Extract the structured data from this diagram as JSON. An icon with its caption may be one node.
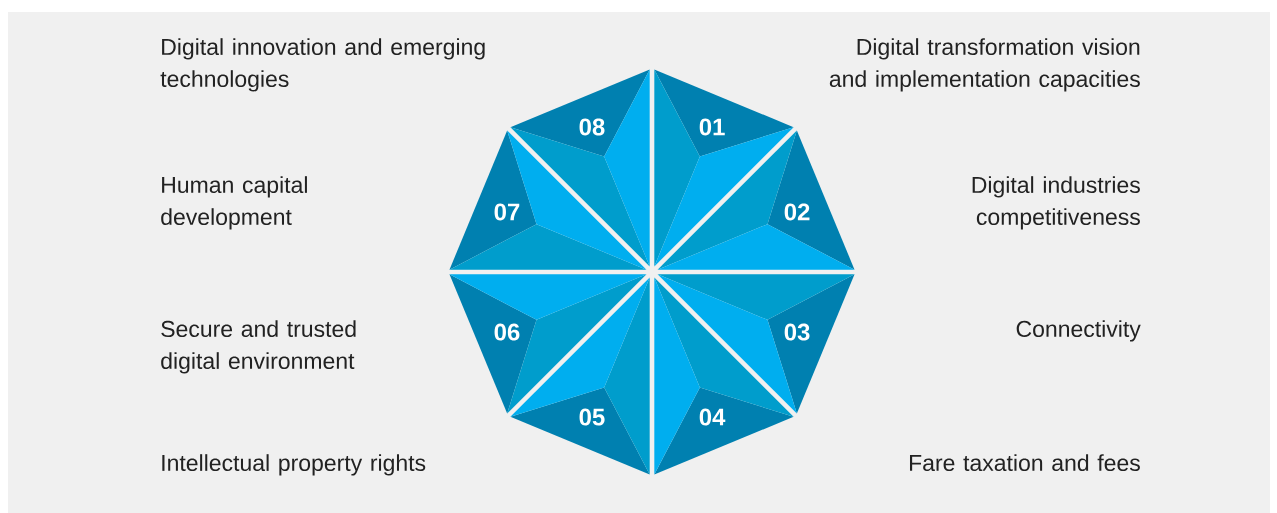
{
  "diagram": {
    "nodes": [
      {
        "text": [
          "01"
        ]
      },
      {
        "text": [
          "02"
        ]
      },
      {
        "text": [
          "03"
        ]
      },
      {
        "text": [
          "04"
        ]
      },
      {
        "text": [
          "05"
        ]
      },
      {
        "text": [
          "06"
        ]
      },
      {
        "text": [
          "07"
        ]
      },
      {
        "text": [
          "08"
        ]
      }
    ],
    "labels": [
      "Digital innovation and emerging technologies",
      "Digital transformation vision and implementation capacities",
      "Human capital development",
      "Digital industries competitiveness",
      "Secure and trusted digital environment",
      "Connectivity",
      "Intellectual property rights",
      "Fare taxation and fees"
    ]
  }
}
